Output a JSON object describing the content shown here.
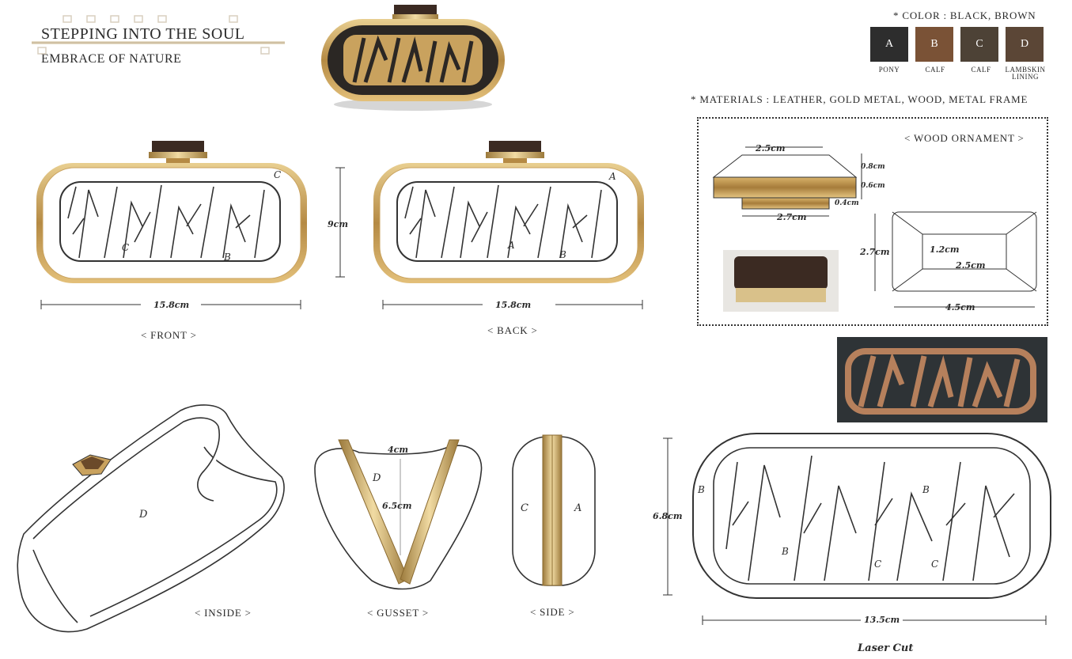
{
  "header": {
    "title": "STEPPING INTO THE SOUL",
    "subtitle": "EMBRACE OF NATURE"
  },
  "colors_note": "* COLOR : BLACK, BROWN",
  "swatches": [
    {
      "letter": "A",
      "name": "PONY",
      "color": "#2d2d2d"
    },
    {
      "letter": "B",
      "name": "CALF",
      "color": "#7a5236"
    },
    {
      "letter": "C",
      "name": "CALF",
      "color": "#4d4236"
    },
    {
      "letter": "D",
      "name": "LAMBSKIN LINING",
      "color": "#5b4636"
    }
  ],
  "materials_note": "* MATERIALS : LEATHER, GOLD METAL, WOOD, METAL FRAME",
  "wood_ornament": {
    "title": "< WOOD ORNAMENT >",
    "top_width": "2.5cm",
    "base_width": "2.7cm",
    "h1": "0.8cm",
    "h2": "0.6cm",
    "h3": "0.4cm",
    "depth": "2.7cm",
    "inner_a": "1.2cm",
    "inner_b": "2.5cm",
    "total_width": "4.5cm"
  },
  "views": {
    "front": {
      "label": "< FRONT >",
      "width": "15.8cm",
      "height": "9cm",
      "mark_c_corner": "C",
      "mark_c": "C",
      "mark_b": "B"
    },
    "back": {
      "label": "< BACK >",
      "width": "15.8cm",
      "mark_a_corner": "A",
      "mark_a": "A",
      "mark_b": "B"
    },
    "inside": {
      "label": "< INSIDE >",
      "mark_d": "D"
    },
    "gusset": {
      "label": "< GUSSET >",
      "top": "4cm",
      "height": "6.5cm",
      "mark_d": "D"
    },
    "side": {
      "label": "< SIDE >",
      "mark_c": "C",
      "mark_a": "A"
    },
    "laser": {
      "label": "Laser Cut",
      "width": "13.5cm",
      "height": "6.8cm",
      "marks": [
        "B",
        "B",
        "B",
        "C",
        "C"
      ]
    }
  },
  "accent_colors": {
    "gold": "#c9a25e",
    "gold_dark": "#9c7a3c",
    "wood": "#3b2a22",
    "copper": "#b6805c"
  }
}
